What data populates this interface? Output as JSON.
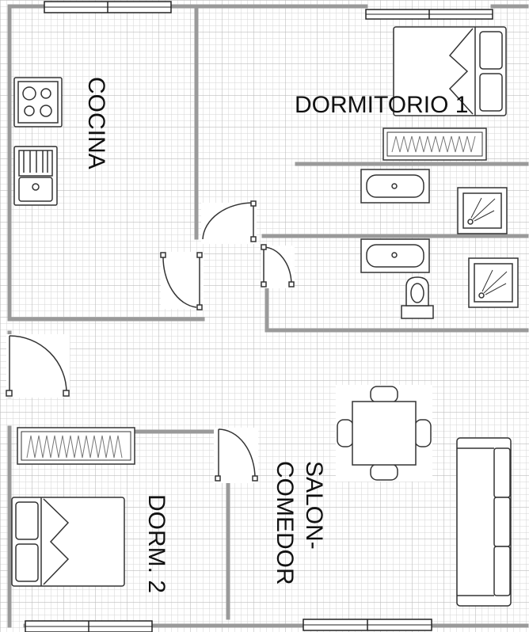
{
  "rooms": {
    "cocina": "COCINA",
    "dormitorio1": "DORMITORIO 1",
    "salon_line1": "SALON-",
    "salon_line2": "COMEDOR",
    "dorm2": "DORM. 2"
  },
  "colors": {
    "grid_fine": "#d4d4d4",
    "grid_major": "#b8b8b8",
    "wall": "#9a9a9a",
    "fixture_stroke": "#333333",
    "text": "#111111"
  },
  "icons": [
    "stove-icon",
    "sink-icon",
    "double-bed-icon",
    "wardrobe-icon",
    "bathtub-icon",
    "shower-icon",
    "toilet-icon",
    "dining-table-icon",
    "sofa-icon",
    "door-swing-icon",
    "window-icon"
  ]
}
